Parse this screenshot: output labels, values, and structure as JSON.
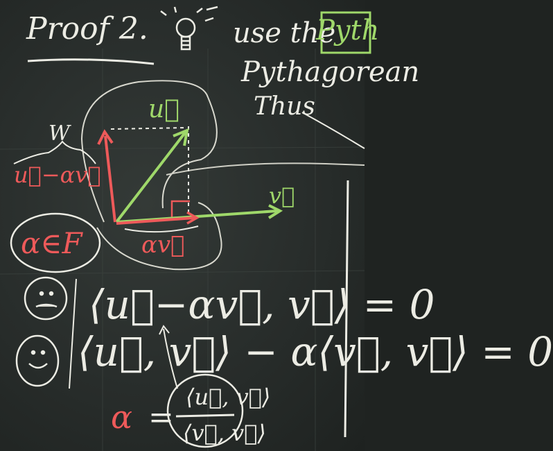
{
  "board": {
    "title": "Proof 2.",
    "use_the": "use the",
    "pyth_boxed": "Pyth",
    "pythagorean": "Pythagorean",
    "thus": "Thus",
    "label_u": "u⃗",
    "label_v": "v⃗",
    "label_w": "W",
    "label_u_minus_alpha_v": "u⃗−αv⃗",
    "label_alpha_v": "αv⃗",
    "alpha_in_F": "α∈F",
    "eq1": "⟨u⃗−αv⃗, v⃗⟩ = 0",
    "eq2": "⟨u⃗, v⃗⟩ − α⟨v⃗, v⃗⟩ = 0",
    "alpha_symbol": "α",
    "equals": "=",
    "frac_numerator": "⟨u⃗, v⃗⟩",
    "frac_denominator": "⟨v⃗, v⃗⟩"
  },
  "colors": {
    "chalk_white": "#ecece4",
    "chalk_green": "#9fd86a",
    "chalk_red": "#ee5a5a",
    "board": "#2a2f2d"
  }
}
